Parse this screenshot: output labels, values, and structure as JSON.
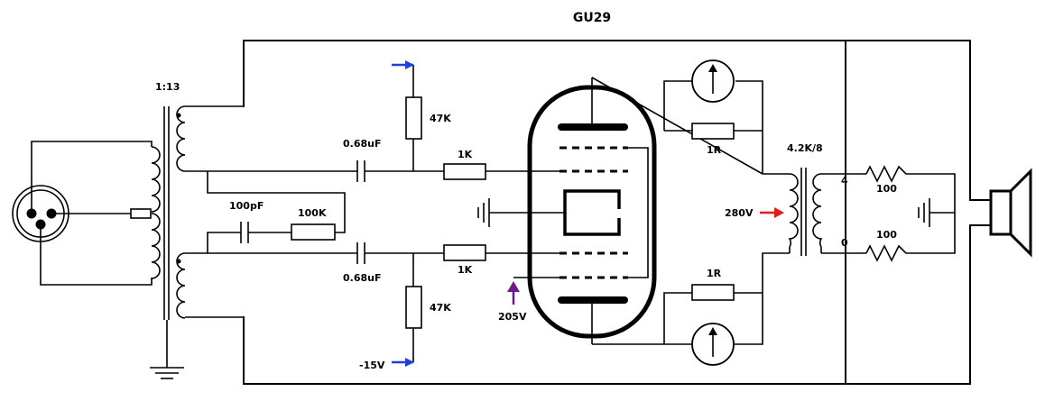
{
  "title": "GU29",
  "labels": {
    "input_ratio": "1:13",
    "cap_top": "0.68uF",
    "cap_bottom": "0.68uF",
    "cap_small": "100pF",
    "res_100k": "100K",
    "res_47k_top": "47K",
    "res_47k_bottom": "47K",
    "res_1k_top": "1K",
    "res_1k_bottom": "1K",
    "res_1r_top": "1R",
    "res_1r_bottom": "1R",
    "output_ratio": "4.2K/8",
    "b_plus": "280V",
    "screen_voltage": "205V",
    "bias_voltage": "-15V",
    "tap_4": "4",
    "tap_0": "0",
    "load_top": "100",
    "load_bottom": "100"
  },
  "colors": {
    "bias_arrow": "#1f3fe0",
    "b_plus_arrow": "#e41b1b",
    "screen_arrow": "#6a1b8a",
    "wire": "#000000"
  },
  "icons": {
    "xlr": "xlr-connector-icon",
    "speaker": "speaker-icon",
    "ground": "ground-icon",
    "meter": "ammeter-icon"
  }
}
